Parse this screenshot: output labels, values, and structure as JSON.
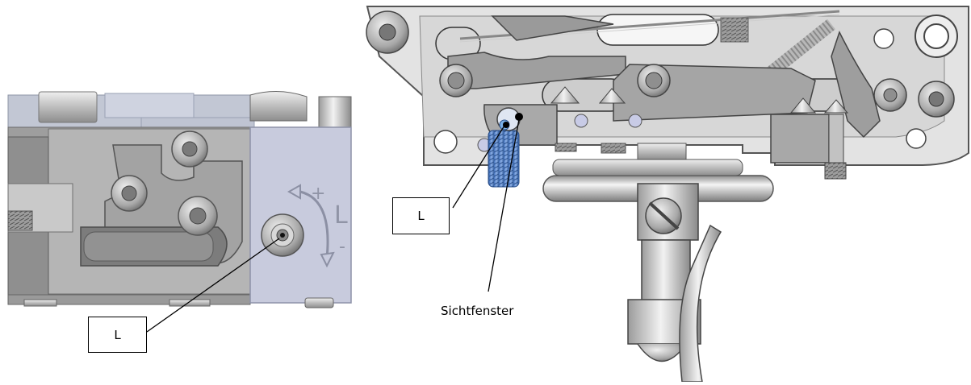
{
  "left_view": {
    "callout_label": "L",
    "adjust_letter": "L",
    "plus_sign": "+",
    "minus_sign": "-"
  },
  "right_view": {
    "callout_label": "L",
    "window_caption": "Sichtfenster"
  },
  "colors": {
    "steel_light": "#d4d4d4",
    "steel_mid": "#a9a9a9",
    "steel_dark": "#7a7a7a",
    "housing_blue": "#c8cbdd",
    "window_blue": "#5f86c7",
    "outline": "#3a3a3a"
  }
}
